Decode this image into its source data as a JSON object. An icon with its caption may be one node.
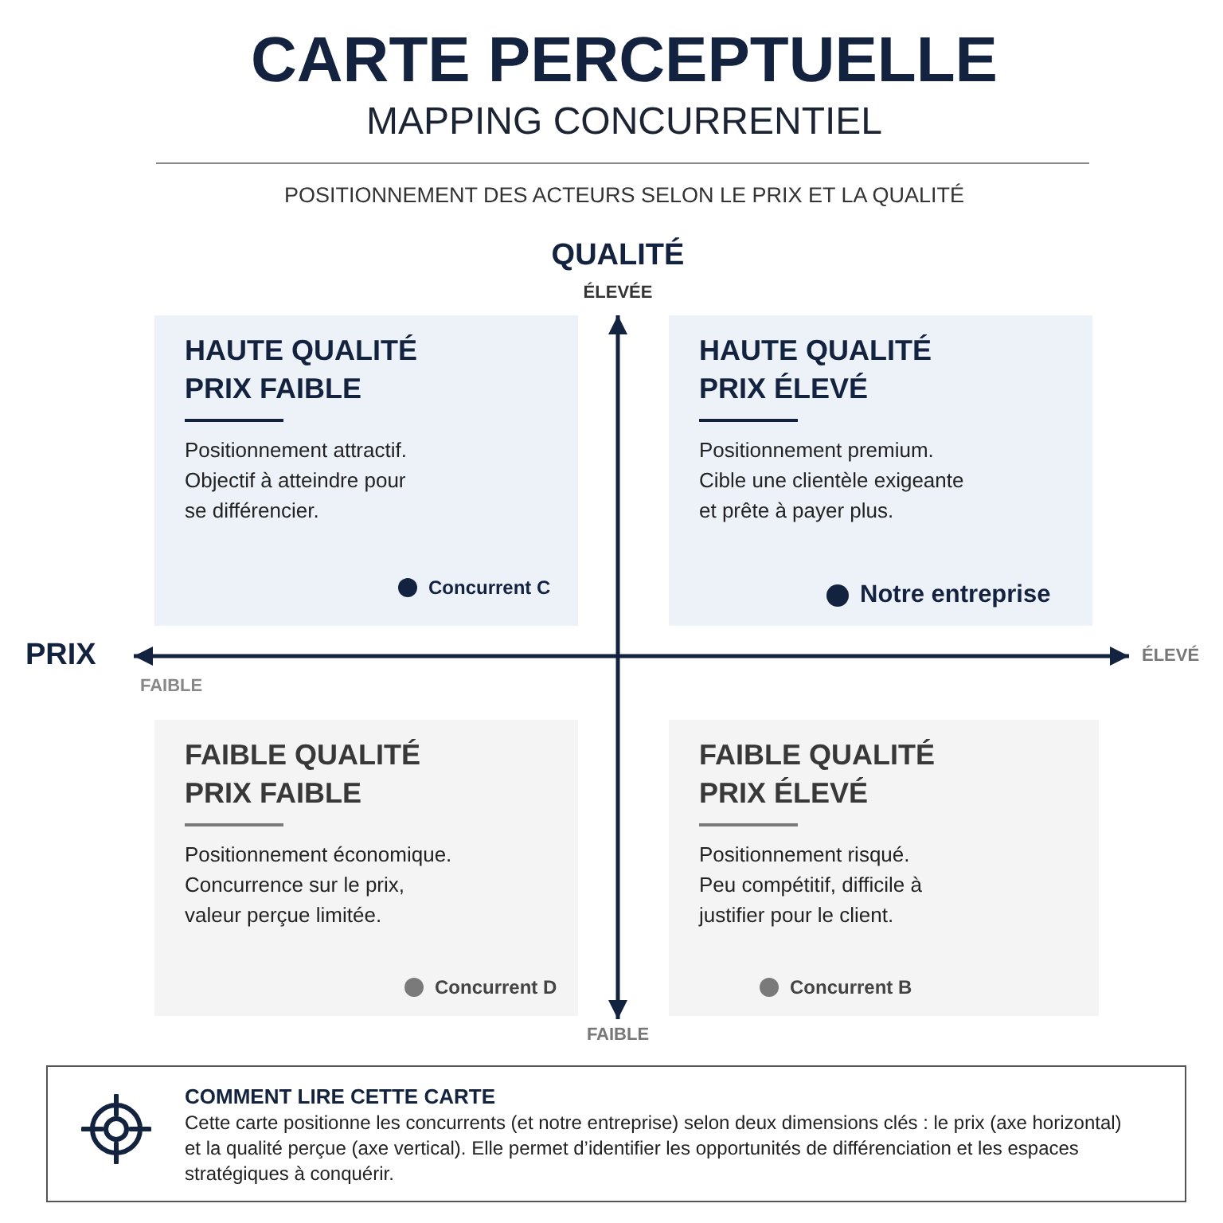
{
  "diagram": {
    "title": "CARTE PERCEPTUELLE",
    "nodes": [
      {
        "text": [
          "HAUTE QUALITÉ PRIX FAIBLE",
          "Positionnement attractif. Objectif à atteindre pour se différencier."
        ]
      },
      {
        "text": [
          "Concurrent C"
        ],
        "in": 0
      },
      {
        "text": [
          "HAUTE QUALITÉ PRIX ÉLEVÉ",
          "Positionnement premium. Cible une clientèle exigeante et prête à payer plus."
        ]
      },
      {
        "text": [
          "Notre entreprise"
        ],
        "in": 2
      },
      {
        "text": [
          "FAIBLE QUALITÉ PRIX FAIBLE",
          "Positionnement économique. Concurrence sur le prix, valeur perçue limitée."
        ]
      },
      {
        "text": [
          "Concurrent D"
        ],
        "in": 4
      },
      {
        "text": [
          "FAIBLE QUALITÉ PRIX ÉLEVÉ",
          "Positionnement risqué. Peu compétitif, difficile à justifier pour le client."
        ]
      },
      {
        "text": [
          "Concurrent B"
        ],
        "in": 6
      },
      {
        "text": [
          "COMMENT LIRE CETTE CARTE",
          "Cette carte positionne les concurrents (et notre entreprise) selon deux dimensions clés : le prix (axe horizontal) et la qualité perçue (axe vertical). Elle permet d’identifier les opportunités de différenciation et les espaces stratégiques à conquérir."
        ]
      }
    ],
    "labels": [
      "MAPPING CONCURRENTIEL",
      "POSITIONNEMENT DES ACTEURS SELON LE PRIX ET LA QUALITÉ",
      "QUALITÉ",
      "ÉLEVÉE",
      "PRIX",
      "ÉLEVÉ",
      "FAIBLE",
      "FAIBLE"
    ]
  }
}
